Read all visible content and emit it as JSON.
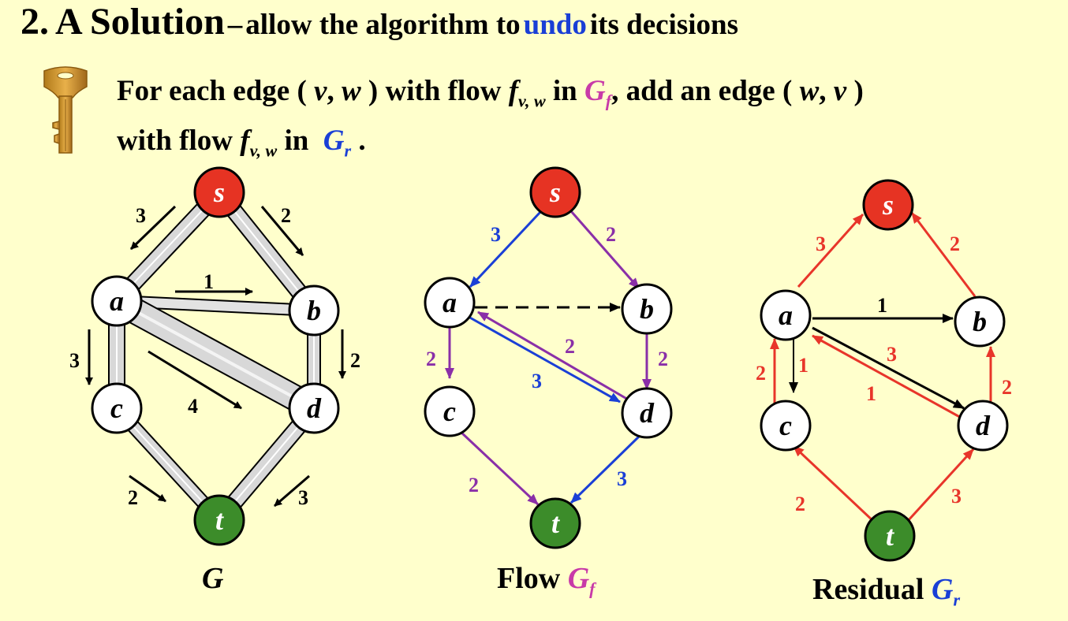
{
  "title": {
    "number": "2.",
    "main": "A Solution",
    "dash": "–",
    "sub_before": "allow the algorithm to",
    "sub_highlight": "undo",
    "sub_after": "its decisions"
  },
  "rule": {
    "line1_a": "For each edge (",
    "v": "v",
    "comma": ",",
    "w": "w",
    "line1_b": ") with flow",
    "f": "f",
    "f_sub": "v, w",
    "in": "in",
    "Gf": "G",
    "Gf_sub": "f",
    "line1_c": ", add an edge (",
    "line1_d": ")",
    "line2_a": "with flow",
    "line2_in": "in",
    "Gr": "G",
    "Gr_sub": "r",
    "line2_end": "."
  },
  "graphs": {
    "G": {
      "nodes": {
        "s": "s",
        "a": "a",
        "b": "b",
        "c": "c",
        "d": "d",
        "t": "t"
      },
      "labels": {
        "sa": "3",
        "sb": "2",
        "ab": "1",
        "ac": "3",
        "bd": "2",
        "ad": "4",
        "ct": "2",
        "dt": "3"
      },
      "caption": "G"
    },
    "flow": {
      "nodes": {
        "s": "s",
        "a": "a",
        "b": "b",
        "c": "c",
        "d": "d",
        "t": "t"
      },
      "labels": {
        "sa": "3",
        "sb": "2",
        "ac": "2",
        "bd": "2",
        "da": "2",
        "ad": "3",
        "ct": "2",
        "dt": "3"
      },
      "caption_text": "Flow",
      "caption_G": "G",
      "caption_sub": "f"
    },
    "residual": {
      "nodes": {
        "s": "s",
        "a": "a",
        "b": "b",
        "c": "c",
        "d": "d",
        "t": "t"
      },
      "labels": {
        "as": "3",
        "bs": "2",
        "ab": "1",
        "ca": "2",
        "ac": "1",
        "ad": "3",
        "da": "1",
        "db": "2",
        "tc": "2",
        "td": "3"
      },
      "caption_text": "Residual",
      "caption_G": "G",
      "caption_sub": "r"
    }
  },
  "colors": {
    "background": "#ffffcc",
    "source": "#e63323",
    "sink": "#3c8c2a",
    "blue": "#1a3fd6",
    "purple": "#8a2fa8",
    "red": "#e8352a",
    "pink": "#c83aa8"
  },
  "icons": {
    "key": "key-icon"
  }
}
